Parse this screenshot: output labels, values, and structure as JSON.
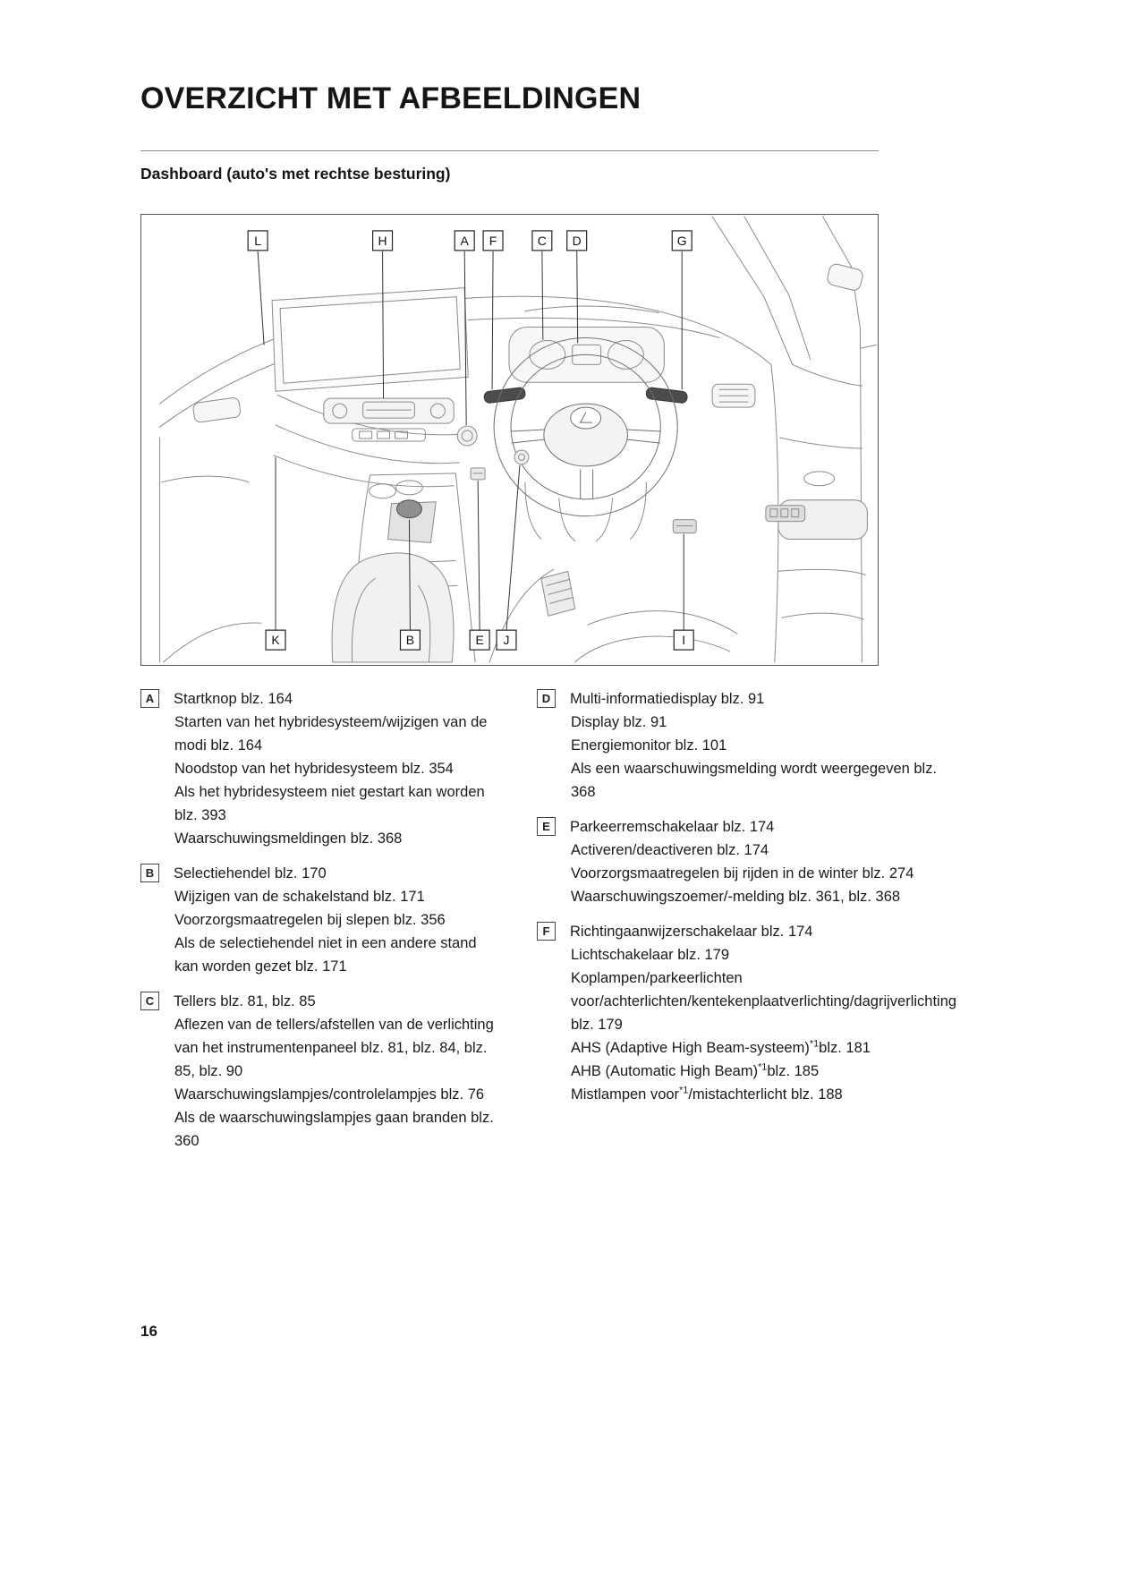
{
  "page": {
    "title": "OVERZICHT MET AFBEELDINGEN",
    "subtitle": "Dashboard (auto's met rechtse besturing)",
    "page_number": "16"
  },
  "figure": {
    "callouts_top": [
      "L",
      "H",
      "A",
      "F",
      "C",
      "D",
      "G"
    ],
    "callouts_bottom": [
      "K",
      "B",
      "E",
      "J",
      "I"
    ]
  },
  "legend": {
    "columns": [
      {
        "sections": [
          {
            "letter": "A",
            "title": "Startknop blz. 164",
            "lines": [
              "Starten van het hybridesysteem/wijzigen van de modi blz. 164",
              "Noodstop van het hybridesysteem blz. 354",
              "Als het hybridesysteem niet gestart kan worden blz. 393",
              "Waarschuwingsmeldingen blz. 368"
            ]
          },
          {
            "letter": "B",
            "title": "Selectiehendel blz. 170",
            "lines": [
              "Wijzigen van de schakelstand blz. 171",
              "Voorzorgsmaatregelen bij slepen blz. 356",
              "Als de selectiehendel niet in een andere stand kan worden gezet blz. 171"
            ]
          },
          {
            "letter": "C",
            "title": "Tellers blz. 81, blz. 85",
            "lines": [
              "Aflezen van de tellers/afstellen van de verlichting van het instrumentenpaneel blz. 81, blz. 84, blz. 85, blz. 90",
              "Waarschuwingslampjes/controlelampjes blz. 76",
              "Als de waarschuwingslampjes gaan branden blz. 360"
            ]
          }
        ]
      },
      {
        "sections": [
          {
            "letter": "D",
            "title": "Multi-informatiedisplay blz. 91",
            "lines": [
              "Display blz. 91",
              "Energiemonitor blz. 101",
              "Als een waarschuwingsmelding wordt weergegeven blz. 368"
            ]
          },
          {
            "letter": "E",
            "title": "Parkeerremschakelaar blz. 174",
            "lines": [
              "Activeren/deactiveren blz. 174",
              "Voorzorgsmaatregelen bij rijden in de winter blz. 274",
              "Waarschuwingszoemer/-melding blz. 361, blz. 368"
            ]
          },
          {
            "letter": "F",
            "title": "Richtingaanwijzerschakelaar blz. 174",
            "lines": [
              "Lichtschakelaar blz. 179",
              "Koplampen/parkeerlichten voor/achterlichten/kentekenplaatverlichting/dagrijverlichting blz. 179",
              "AHS (Adaptive High Beam-systeem)^{*1}blz. 181",
              "AHB (Automatic High Beam)^{*1}blz. 185",
              "Mistlampen voor^{*1}/mistachterlicht blz. 188"
            ]
          }
        ]
      }
    ]
  }
}
